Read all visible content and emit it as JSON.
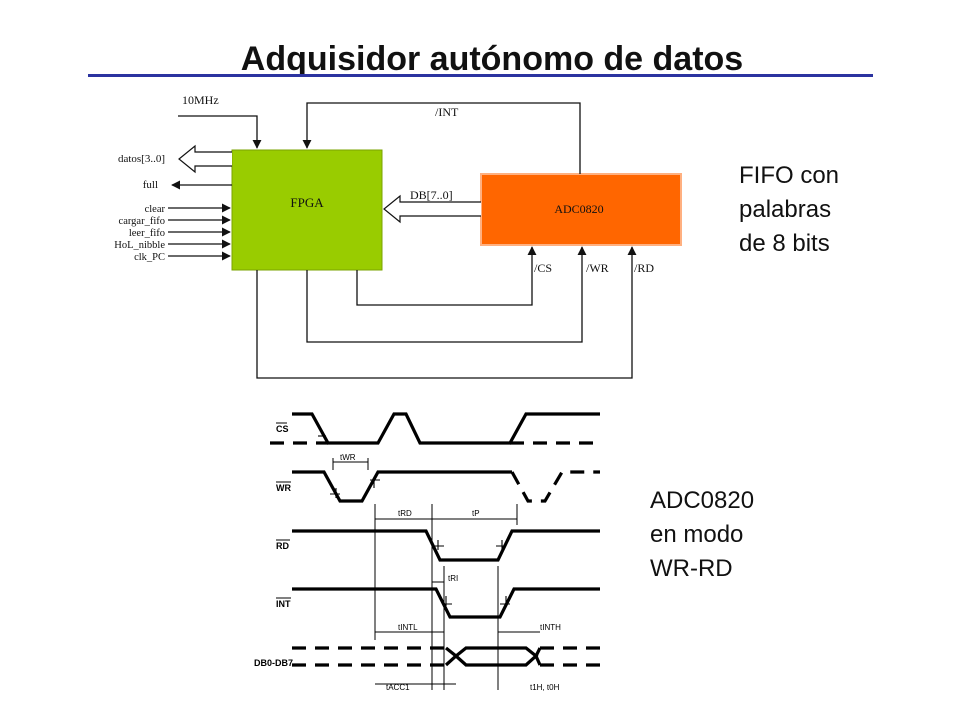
{
  "title": "Adquisidor autónomo de datos",
  "colors": {
    "title_underline": "#2b33a0",
    "fpga": "#99cc00",
    "adc": "#ff6600",
    "adc_border": "#ffb080"
  },
  "block_diagram": {
    "clock_label": "10MHz",
    "int_label": "/INT",
    "fpga_label": "FPGA",
    "adc_label": "ADC0820",
    "bus_label": "DB[7..0]",
    "outputs": [
      "datos[3..0]",
      "full"
    ],
    "inputs": [
      "clear",
      "cargar_fifo",
      "leer_fifo",
      "HoL_nibble",
      "clk_PC"
    ],
    "adc_pins": [
      "/CS",
      "/WR",
      "/RD"
    ]
  },
  "note_fifo": [
    "FIFO con",
    "palabras",
    "de 8 bits"
  ],
  "note_adc": [
    "ADC0820",
    "en modo",
    "WR-RD"
  ],
  "timing": {
    "signals": [
      "CS",
      "WR",
      "RD",
      "INT",
      "DB0-DB7"
    ],
    "labels": {
      "twr": "tWR",
      "trd": "tRD",
      "tp": "tP",
      "tri": "tRI",
      "tintl": "tINTL",
      "tinth": "tINTH",
      "tacc1": "tACC1",
      "th_toh": "t1H, t0H"
    }
  }
}
